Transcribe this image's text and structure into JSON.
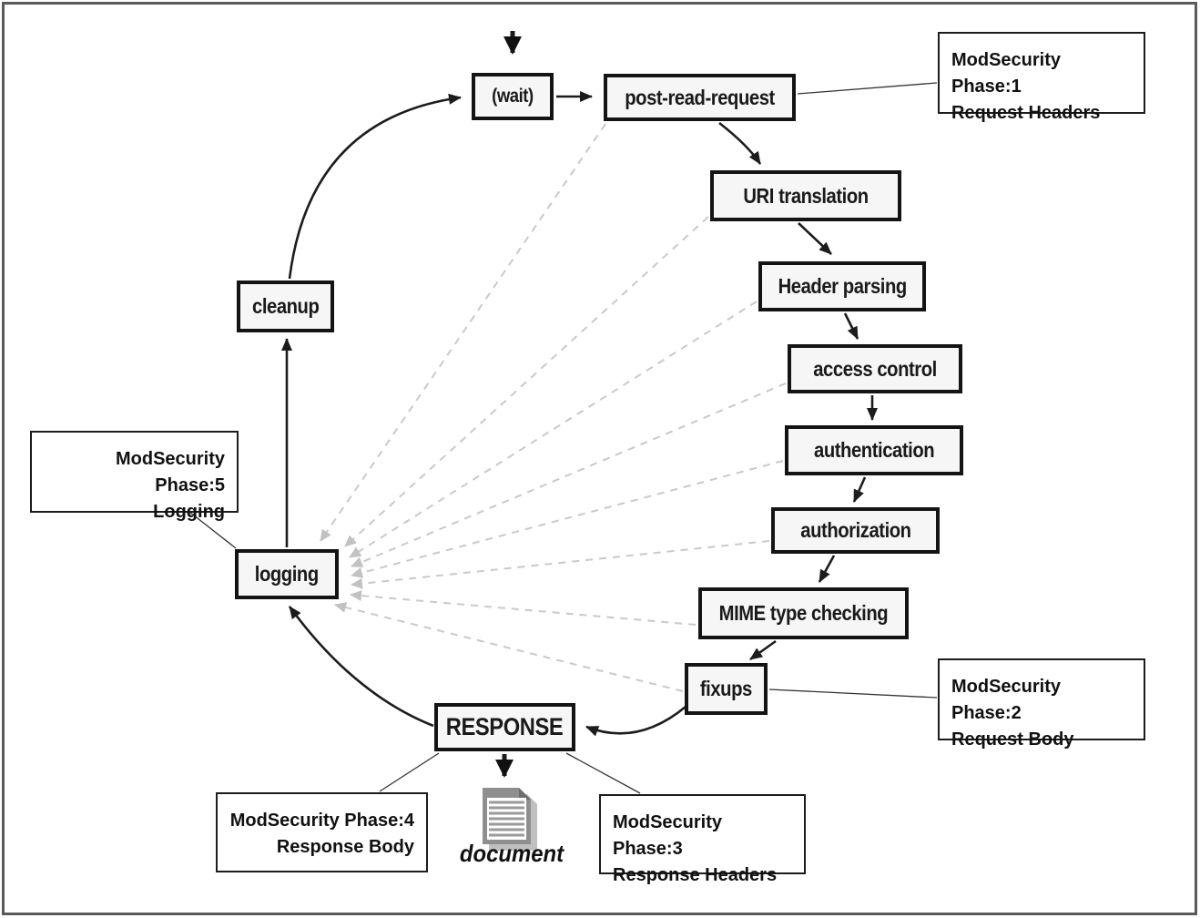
{
  "nodes": {
    "wait": {
      "label": "(wait)"
    },
    "post_read_request": {
      "label": "post-read-request"
    },
    "uri_translation": {
      "label": "URI translation"
    },
    "header_parsing": {
      "label": "Header parsing"
    },
    "access_control": {
      "label": "access control"
    },
    "authentication": {
      "label": "authentication"
    },
    "authorization": {
      "label": "authorization"
    },
    "mime_type_checking": {
      "label": "MIME type checking"
    },
    "fixups": {
      "label": "fixups"
    },
    "response": {
      "label": "RESPONSE"
    },
    "logging": {
      "label": "logging"
    },
    "cleanup": {
      "label": "cleanup"
    }
  },
  "annotations": {
    "phase1": {
      "line1": "ModSecurity Phase:1",
      "line2": "Request Headers"
    },
    "phase2": {
      "line1": "ModSecurity Phase:2",
      "line2": "Request Body"
    },
    "phase3": {
      "line1": "ModSecurity Phase:3",
      "line2": "Response Headers"
    },
    "phase4": {
      "line1": "ModSecurity Phase:4",
      "line2": "Response Body"
    },
    "phase5": {
      "line1": "ModSecurity Phase:5",
      "line2": "Logging"
    }
  },
  "document": {
    "label": "document"
  },
  "flow": [
    "entry -> wait",
    "wait -> post-read-request",
    "post-read-request -> URI translation",
    "URI translation -> Header parsing",
    "Header parsing -> access control",
    "access control -> authentication",
    "authentication -> authorization",
    "authorization -> MIME type checking",
    "MIME type checking -> fixups",
    "fixups -> RESPONSE",
    "RESPONSE -> document",
    "RESPONSE -> logging",
    "logging -> cleanup",
    "cleanup -> wait"
  ],
  "dashed_to_logging_from": [
    "post-read-request",
    "URI translation",
    "Header parsing",
    "access control",
    "authentication",
    "authorization",
    "MIME type checking",
    "fixups"
  ],
  "colors": {
    "box_border": "#141414",
    "box_bg": "#f6f6f6",
    "solid_arrow": "#1c1c1c",
    "dashed_arrow": "#c6c6c6",
    "annotation_border": "#1c1c1c",
    "frame_border": "#5a5a5a",
    "document_icon_gray": "#8f8f8f"
  }
}
